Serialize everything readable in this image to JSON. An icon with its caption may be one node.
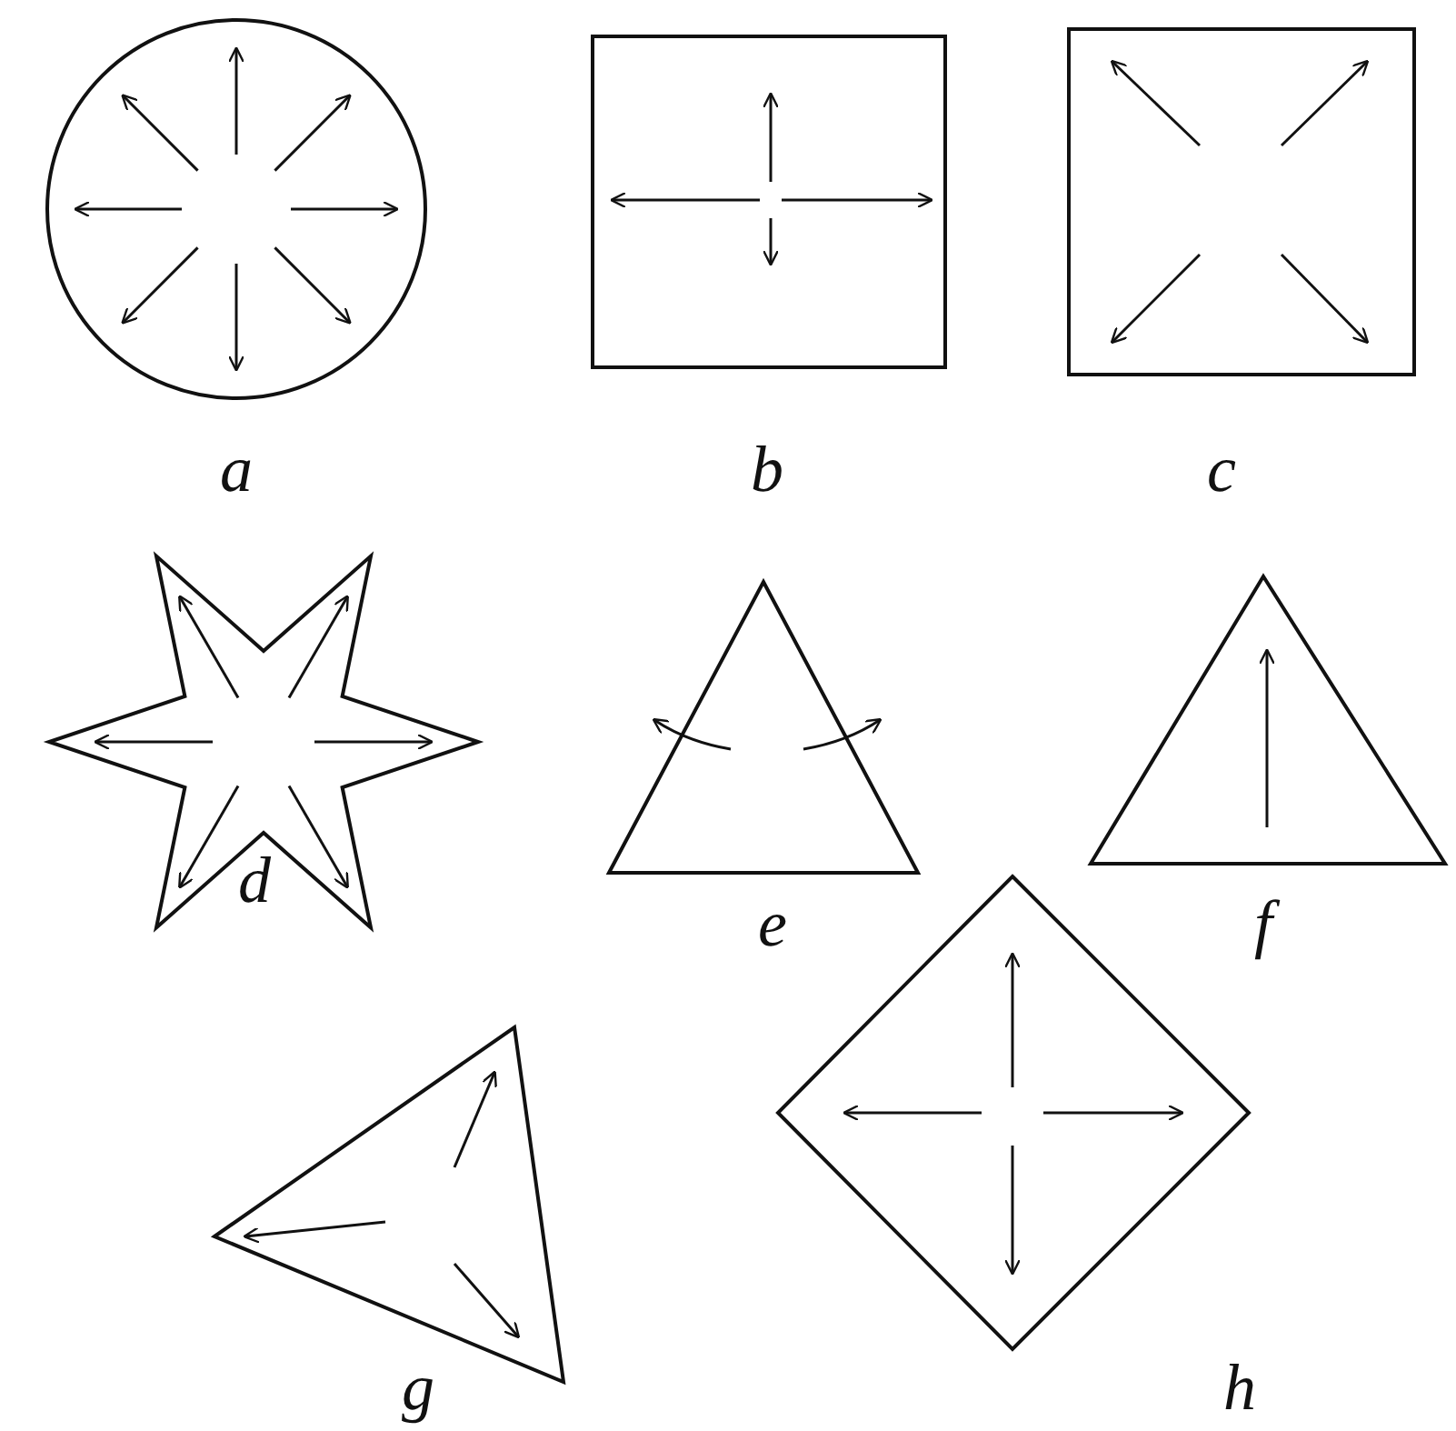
{
  "diagram": {
    "labels": [
      "a",
      "b",
      "c",
      "d",
      "e",
      "f",
      "g",
      "h"
    ]
  }
}
